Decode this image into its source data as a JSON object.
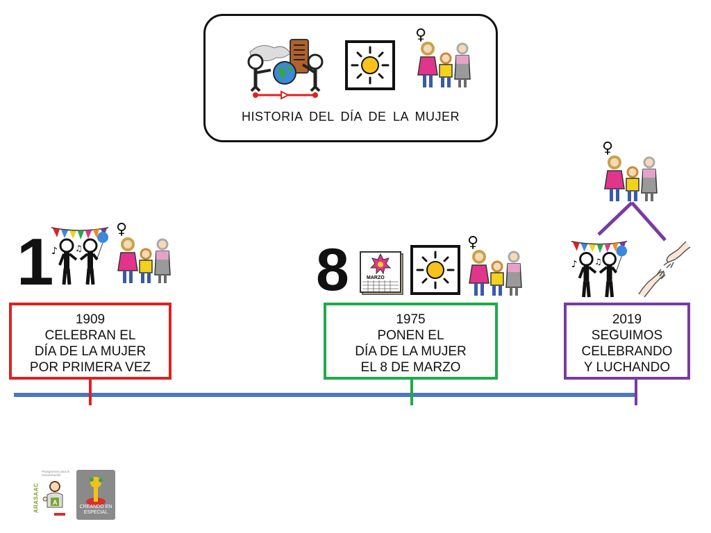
{
  "title": "HISTORIA  DEL  DÍA  DE  LA  MUJER",
  "events": [
    {
      "number": "1",
      "color": "#e02020",
      "lines": [
        "1909",
        "CELEBRAN EL",
        "DÍA DE LA MUJER",
        "POR PRIMERA VEZ"
      ]
    },
    {
      "number": "8",
      "color": "#1faa4a",
      "lines": [
        "1975",
        "PONEN EL",
        "DÍA DE LA MUJER",
        "EL 8 DE MARZO"
      ]
    },
    {
      "number": "",
      "color": "#7a3aa0",
      "lines": [
        "2019",
        "SEGUIMOS",
        "CELEBRANDO",
        "Y LUCHANDO"
      ]
    }
  ],
  "calendar_label": "MARZO",
  "female_symbol": "♀",
  "timeline_color": "#4a78bf",
  "logos": {
    "arasaac_name": "ARASAAC",
    "arasaac_tagline": "Pictogramas para la comunicación",
    "creando_label": "CREANDO EN ESPECIAL"
  }
}
